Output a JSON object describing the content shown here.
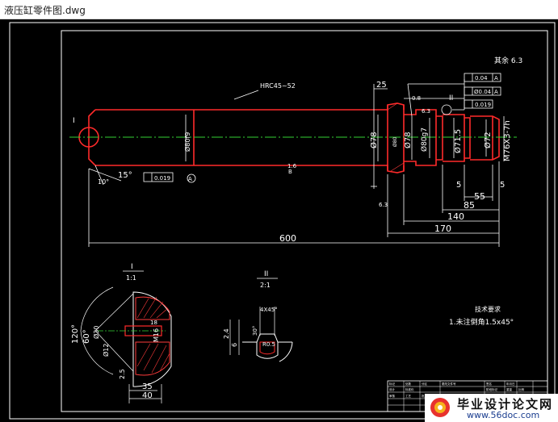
{
  "window": {
    "title": "液压缸零件图.dwg"
  },
  "colors": {
    "background": "#000000",
    "outline": "#ffffff",
    "part": "#ff2a2a",
    "centerline": "#34d234",
    "hatch": "#ff3b3b",
    "watermark_blue": "#1a3d8f"
  },
  "drawing": {
    "roughness_note": "其余 6.3",
    "hardness_note": "HRC45~52",
    "view_tags": {
      "one": "I",
      "two": "II",
      "datum_a": "A",
      "datum_b": "B"
    },
    "diameters": {
      "big_rod": "Ø80f9",
      "collar": "Ø78",
      "shoulder": "Ø78",
      "groove": "Ø80",
      "fit": "Ø80g7",
      "neck": "Ø71.5",
      "end": "Ø72",
      "thread": "M76X3-7h"
    },
    "lengths": {
      "overall": "600",
      "l170": "170",
      "l140": "140",
      "l85": "85",
      "l55": "55",
      "l25": "25",
      "l5a": "5",
      "l5b": "5"
    },
    "tolerances": {
      "perp": "0.04",
      "coax": "Ø0.04",
      "cyl1": "0.019",
      "cyl2": "0.019",
      "datum": "A"
    },
    "angles": {
      "chamfer": "15°",
      "ang10": "10°",
      "ang120": "120°",
      "ang60": "60°"
    },
    "roughness_vals": {
      "r1": "1.6",
      "r2": "6.3",
      "r3": "0.8",
      "r4": "6.3"
    },
    "detail1": {
      "label": "I",
      "scale": "1:1",
      "dims": {
        "d35": "35",
        "d40": "40",
        "d25": "2.5",
        "d12": "Ø12",
        "d30": "Ø30",
        "m16": "M16",
        "thread_len": "18"
      }
    },
    "detail2": {
      "label": "II",
      "scale": "2:1",
      "dims": {
        "a45": "4X45°",
        "r05": "R0.5",
        "w24": "2.4",
        "w6": "6",
        "ang30": "30°"
      }
    },
    "tech_req": {
      "title": "技术要求",
      "item1": "1.未注倒角1.5x45°"
    },
    "title_block": {
      "cells": [
        "标记",
        "处数",
        "分区",
        "更改文件号",
        "签名",
        "年月日",
        "设计",
        "标准化",
        "阶段标记",
        "重量",
        "比例",
        "审核",
        "工艺",
        "批准",
        "共 张",
        "第 张",
        "液压缸",
        "1:1"
      ]
    }
  },
  "watermark": {
    "brand": "毕业设计论文网",
    "url": "www.56doc.com"
  }
}
